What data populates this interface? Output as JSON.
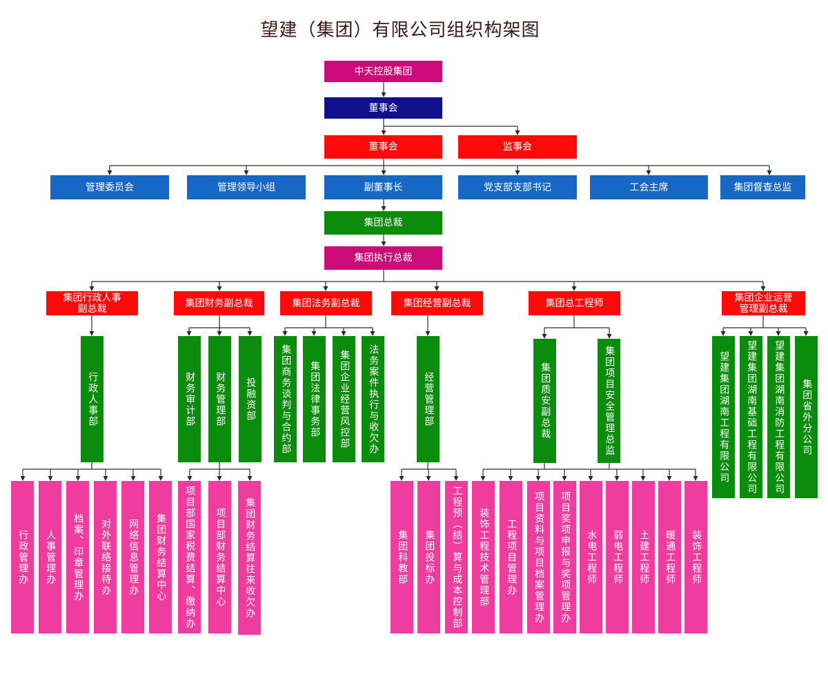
{
  "title": "望建（集团）有限公司组织构架图",
  "holding_group": "中天控股集团",
  "board_top": "董事会",
  "board": "董事会",
  "supervisory_board": "监事会",
  "level4": [
    "管理委员会",
    "管理领导小组",
    "副董事长",
    "党支部支部书记",
    "工会主席",
    "集团督查总监"
  ],
  "president": "集团总裁",
  "executive_president": "集团执行总裁",
  "vice_presidents": [
    "集团行政人事\n副总裁",
    "集团财务副总裁",
    "集团法务副总裁",
    "集团经营副总裁",
    "集团总工程师",
    "集团企业运营\n管理副总裁"
  ],
  "admin_hr": {
    "department": "行政人事部",
    "offices": [
      "行政管理办",
      "人事管理办",
      "档案、印章管理办",
      "对外联络接待办",
      "网络信息管理办",
      "集团财务结算中心"
    ]
  },
  "finance": {
    "departments": [
      "财务审计部",
      "财务管理部",
      "投融资部"
    ],
    "offices": [
      "项目部国家税费结算、缴纳办",
      "项目部财务结算中心",
      "集团财务结算往来收欠办"
    ]
  },
  "legal": {
    "departments": [
      "集团商务谈判与合约部",
      "集团法律事务部",
      "集团企业经营风控部",
      "法务案件执行与收欠办"
    ]
  },
  "business": {
    "department": "经营管理部",
    "offices": [
      "集团科教部",
      "集团投标办",
      "工程预（结）算与成本控制部"
    ]
  },
  "engineering": {
    "departments": [
      "集团质安副总裁",
      "集团项目安全管理总监"
    ],
    "offices": [
      "装饰工程技术管理部",
      "工程项目管理办",
      "项目资料与项目档案管理办",
      "项目奖项申报与奖项管理办",
      "水电工程师",
      "弱电工程师",
      "土建工程师",
      "暖通工程师",
      "装饰工程师"
    ]
  },
  "operations": {
    "companies": [
      "望建集团湖南工程有限公司",
      "望建集团湖南基础工程有限公司",
      "望建集团湖南消防工程有限公司",
      "集团省外分公司"
    ]
  },
  "colors": {
    "holding_magenta": "#cc0a78",
    "board_navy": "#10108c",
    "red": "#ff0a0a",
    "blue": "#1767c6",
    "green": "#0c8c0c",
    "pink": "#ee3d9f",
    "title": "#3a1a14",
    "connector": "#2a2a2a"
  }
}
